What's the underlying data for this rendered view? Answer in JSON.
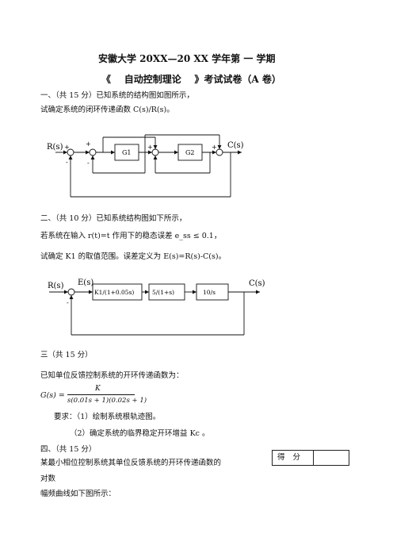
{
  "header": {
    "title_line1": "安徽大学 20XX—20 XX 学年第 一 学期",
    "title_line2": "《    自动控制理论    》考试试卷（A 卷）"
  },
  "q1": {
    "heading": "一、（共 15 分）已知系统的结构图如图所示，",
    "prompt": "试确定系统的闭环传递函数 C(s)/R(s)。",
    "diagram": {
      "input": "R(s)",
      "output": "C(s)",
      "block1": "G1",
      "block2": "G2",
      "signs": [
        "+",
        "-",
        "+",
        "-",
        "+",
        "+"
      ]
    }
  },
  "q2": {
    "heading": "二、（共 10 分）已知系统结构图如下所示，",
    "line2": "若系统在输入 r(t)=t 作用下的稳态误差 e_ss ≤ 0.1，",
    "line3": "试确定 K1 的取值范围。误差定义为 E(s)=R(s)-C(s)。",
    "diagram": {
      "input": "R(s)",
      "error": "E(s)",
      "output": "C(s)",
      "block1": "K1/(1+0.05s)",
      "block2": "5/(1+s)",
      "block3": "10/s",
      "sign": "-"
    }
  },
  "q3": {
    "heading": "三（共 15 分）",
    "line1": "已知单位反馈控制系统的开环传递函数为：",
    "formula_lhs": "G(s) =",
    "formula_num": "K",
    "formula_den": "s(0.01s + 1)(0.02s + 1)",
    "req1": "要求：（1）绘制系统根轨迹图。",
    "req2": "（2）确定系统的临界稳定开环增益 Kc 。"
  },
  "q4": {
    "heading": "四、（共 15 分）",
    "line1": "某最小相位控制系统其单位反馈系统的开环传递函数的",
    "line2": "对数",
    "line3": "幅频曲线如下图所示："
  },
  "score": {
    "label": "得分"
  }
}
